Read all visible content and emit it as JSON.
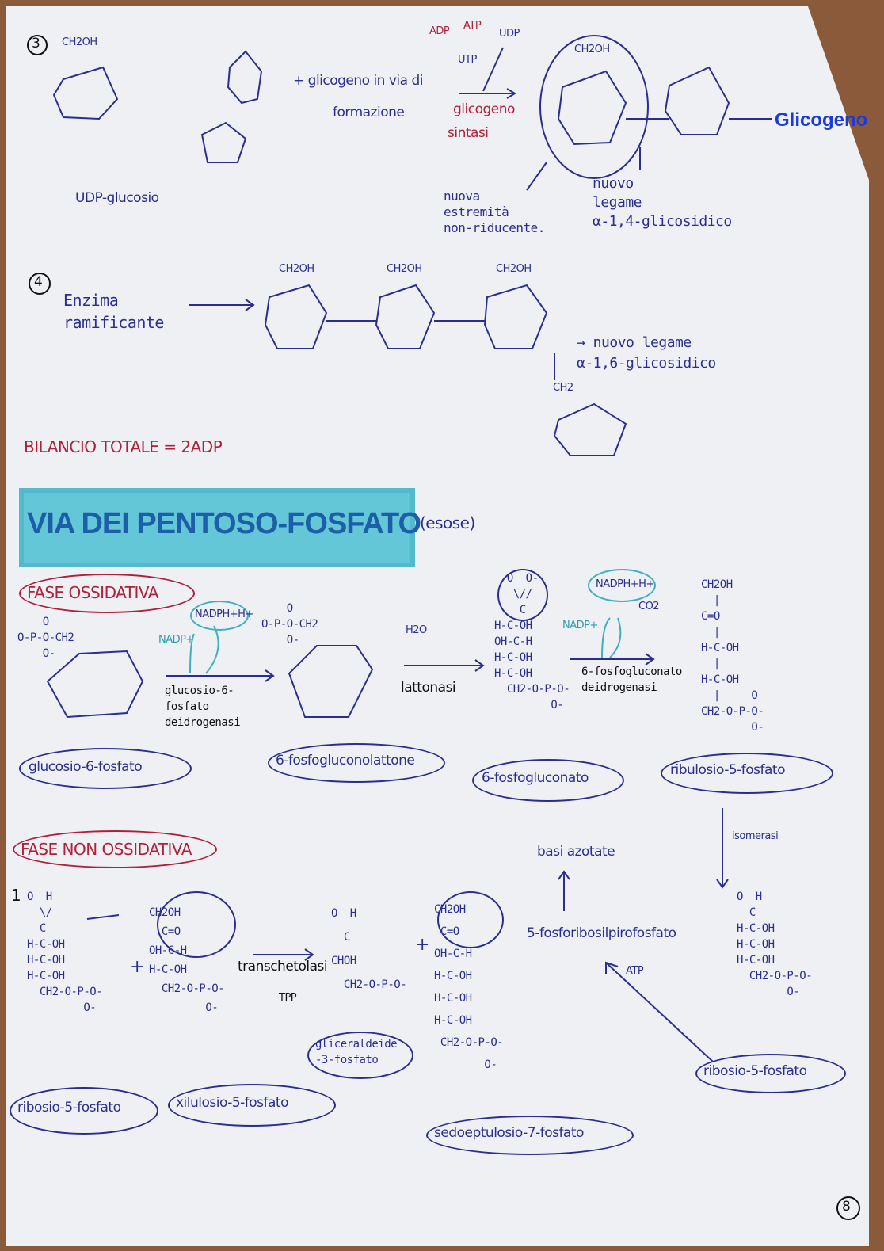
{
  "section3": {
    "number": "3",
    "udp_ch2oh": "CH2OH",
    "udp_label": "UDP-glucosio",
    "plus_text": "+ glicogeno in via di",
    "plus_text2": "formazione",
    "adp": "ADP",
    "atp": "ATP",
    "utp": "UTP",
    "udp": "UDP",
    "enzyme": "glicogeno",
    "enzyme2": "sintasi",
    "ring_ch2oh": "CH2OH",
    "glicogeno": "Glicogeno",
    "new_end": "nuova\nestremità\nnon-riducente.",
    "new_bond": "nuovo\nlegame\nα-1,4-glicosidico"
  },
  "section4": {
    "number": "4",
    "enzyme": "Enzima\nramificante",
    "ch2oh_1": "CH2OH",
    "ch2oh_2": "CH2OH",
    "ch2oh_3": "CH2OH",
    "ch2": "CH2",
    "new_bond": "→ nuovo legame\nα-1,6-glicosidico"
  },
  "balance": "BILANCIO TOTALE = 2ADP",
  "pentose": {
    "title": "VIA DEI PENTOSO-FOSFATO",
    "note": "(esose)",
    "oxidative": {
      "label": "FASE OSSIDATIVA",
      "nadp1": "NADP+",
      "nadph1": "NADPH+H+",
      "enzyme1": "glucosio-6-\nfosfato\ndeidrogenasi",
      "h2o": "H2O",
      "enzyme2": "lattonasi",
      "nadp2": "NADP+",
      "nadph2": "NADPH+H+",
      "co2": "CO2",
      "enzyme3": "6-fosfogluconato\ndeidrogenasi",
      "phosphate1": "    O\nO-P-O-CH2\n    O-",
      "phosphate2": "    O\nO-P-O-CH2\n    O-",
      "gluconate": "  O  O-\n   \\//\n    C\nH-C-OH\nOH-C-H\nH-C-OH\nH-C-OH\n  CH2-O-P-O-\n         O-",
      "ribulose": "CH2OH\n  |\nC=O\n  |\nH-C-OH\n  |\nH-C-OH\n  |     O\nCH2-O-P-O-\n        O-",
      "compounds": [
        "glucosio-6-fosfato",
        "6-fosfogluconolattone",
        "6-fosfogluconato",
        "ribulosio-5-fosfato"
      ],
      "isomerase": "isomerasi"
    },
    "non_oxidative": {
      "label": "FASE NON OSSIDATIVA",
      "step": "1",
      "ribose": "O  H\n  \\/\n  C\nH-C-OH\nH-C-OH\nH-C-OH\n  CH2-O-P-O-\n         O-",
      "xylulose": "CH2OH\n  C=O\nOH-C-H\nH-C-OH\n  CH2-O-P-O-\n         O-",
      "plus1": "+",
      "enzyme": "transchetolasi",
      "cofactor": "TPP",
      "g3p": "O  H\n  C\nCHOH\n  CH2-O-P-O-",
      "plus2": "+",
      "sedo": "CH2OH\n C=O\nOH-C-H\nH-C-OH\nH-C-OH\nH-C-OH\n CH2-O-P-O-\n        O-",
      "ribose2": "O  H\n  C\nH-C-OH\nH-C-OH\nH-C-OH\n  CH2-O-P-O-\n        O-",
      "names": [
        "ribosio-5-fosfato",
        "xilulosio-5-fosfato",
        "gliceraldeide\n-3-fosfato",
        "sedoeptulosio-7-fosfato",
        "ribosio-5-fosfato"
      ],
      "prpp": "5-fosforibosilpirofosfato",
      "bases": "basi azotate",
      "atp": "ATP"
    }
  },
  "page_number": "8"
}
